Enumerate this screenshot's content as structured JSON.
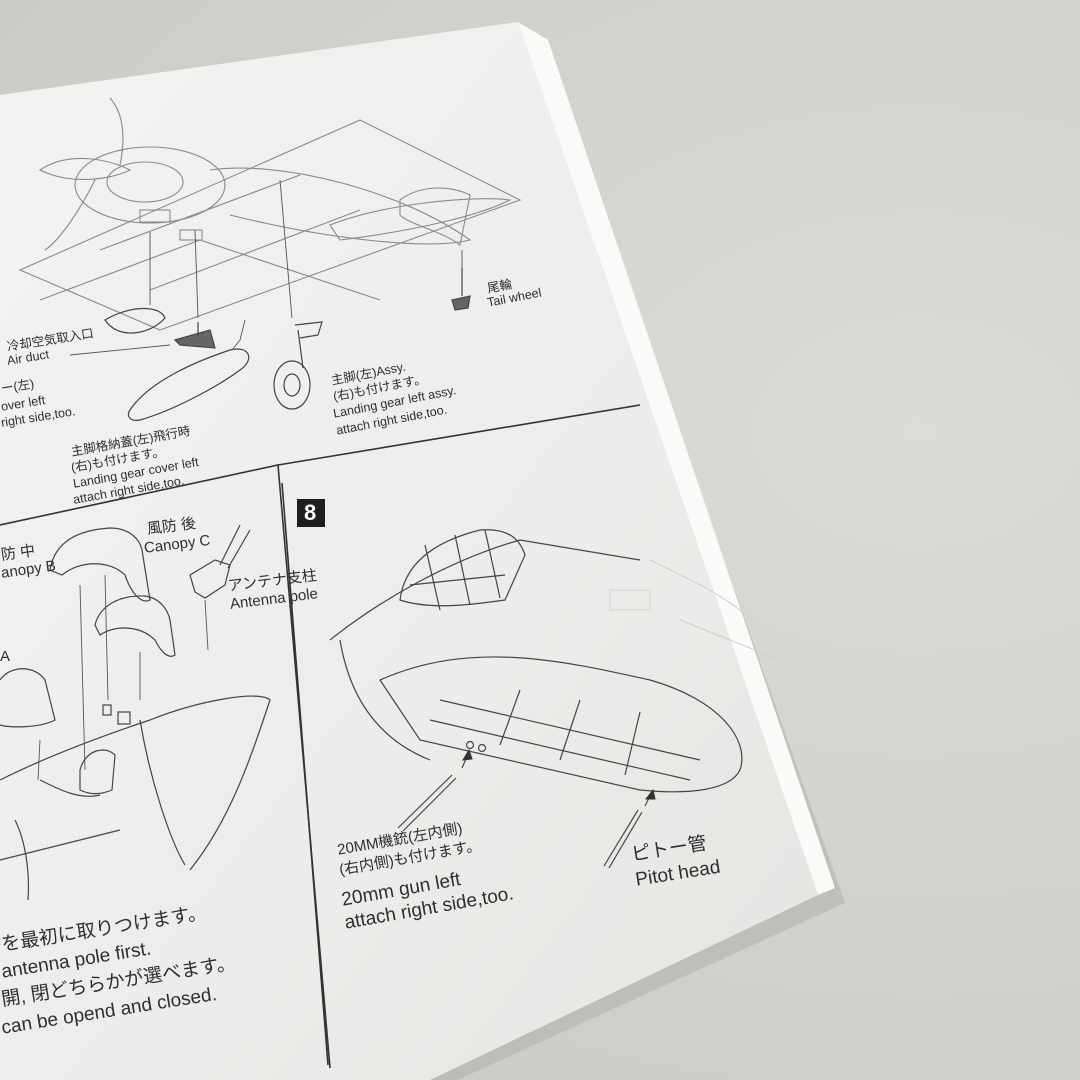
{
  "step_number": "8",
  "callouts": {
    "tail_wheel": {
      "jp": "尾輪",
      "en": "Tail wheel"
    },
    "air_duct": {
      "jp": "冷却空気取入口",
      "en": "Air duct"
    },
    "cover_left": {
      "jp": "ー(左)",
      "en_1": "over left",
      "en_2": "right side,too."
    },
    "main_gear_assy": {
      "jp_1": "主脚(左)Assy.",
      "jp_2": "(右)も付けます。",
      "en_1": "Landing gear left assy.",
      "en_2": "attach right side,too."
    },
    "gear_cover": {
      "jp_1": "主脚格納蓋(左)飛行時",
      "jp_2": "(右)も付けます。",
      "en_1": "Landing gear cover left",
      "en_2": "attach right side,too."
    },
    "canopy_b": {
      "jp": "防 中",
      "en": "anopy B"
    },
    "canopy_c": {
      "jp": "風防 後",
      "en": "Canopy C"
    },
    "antenna_pole": {
      "jp": "アンテナ支柱",
      "en": "Antenna pole"
    },
    "canopy_a": {
      "en": "A"
    },
    "gun": {
      "jp_1": "20MM機銃(左内側)",
      "jp_2": "(右内側)も付けます。",
      "en_1": "20mm gun left",
      "en_2": "attach right side,too."
    },
    "pitot": {
      "jp": "ピトー管",
      "en": "Pitot head"
    },
    "notes": {
      "line_1": "を最初に取りつけます。",
      "line_2": "antenna pole first.",
      "line_3": "開, 閉どちらかが選べます。",
      "line_4": "can be opend and closed."
    }
  }
}
